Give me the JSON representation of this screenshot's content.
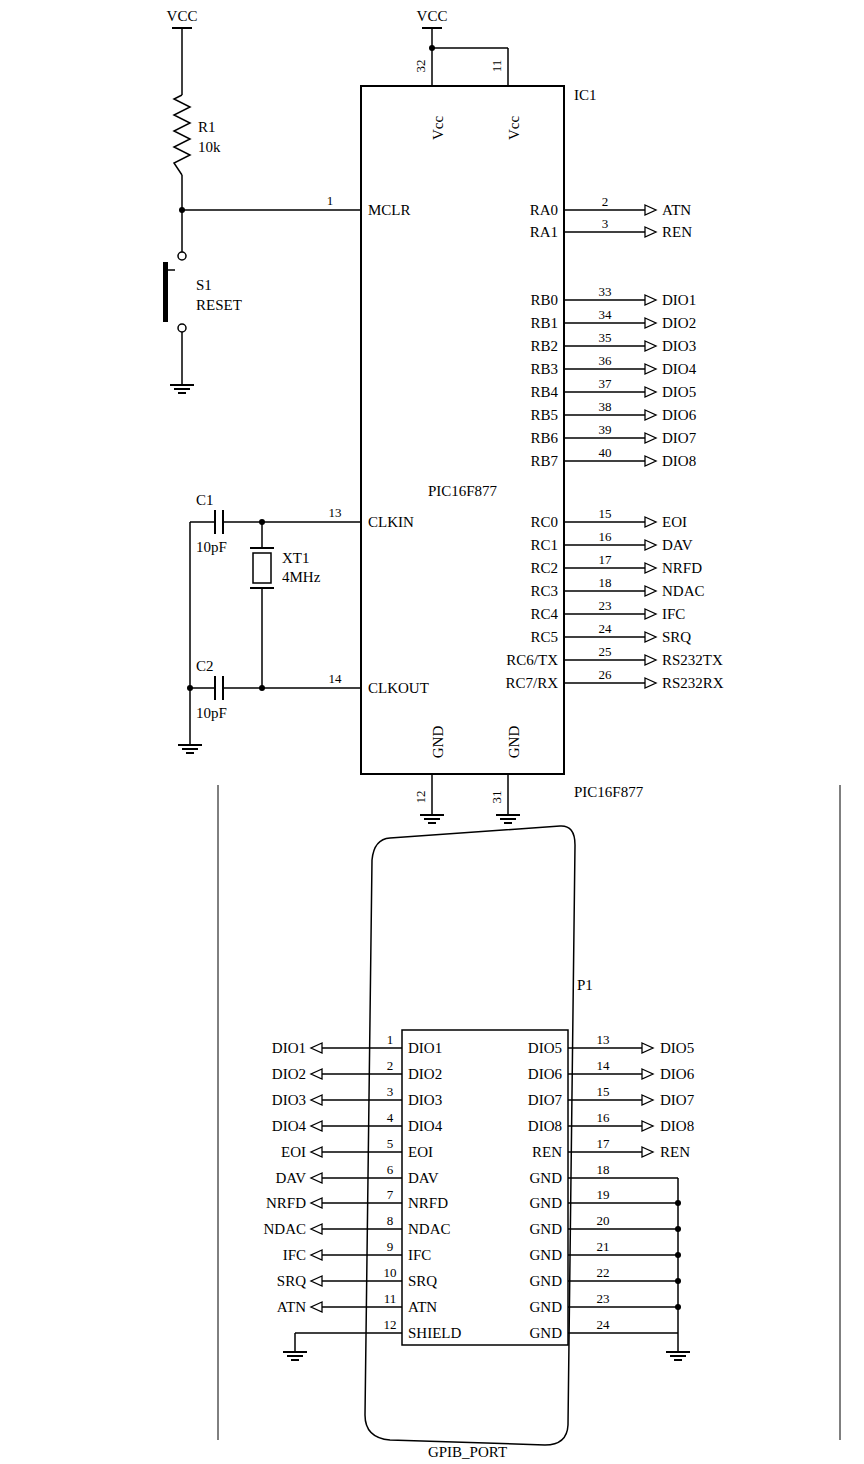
{
  "diagram": {
    "nodes": [
      {
        "text": [
          "IC1",
          "PIC16F877",
          "PIC16F877"
        ]
      },
      {
        "text": [
          "P1",
          "GPIB_PORT"
        ]
      }
    ],
    "labels": [
      "VCC",
      "VCC",
      "R1",
      "10k",
      "S1",
      "RESET",
      "32",
      "11",
      "Vcc",
      "Vcc",
      "1",
      "MCLR",
      "RA0",
      "2",
      "ATN",
      "RA1",
      "3",
      "REN",
      "RB0",
      "33",
      "DIO1",
      "RB1",
      "34",
      "DIO2",
      "RB2",
      "35",
      "DIO3",
      "RB3",
      "36",
      "DIO4",
      "RB4",
      "37",
      "DIO5",
      "RB5",
      "38",
      "DIO6",
      "RB6",
      "39",
      "DIO7",
      "RB7",
      "40",
      "DIO8",
      "RC0",
      "15",
      "EOI",
      "RC1",
      "16",
      "DAV",
      "RC2",
      "17",
      "NRFD",
      "RC3",
      "18",
      "NDAC",
      "RC4",
      "23",
      "IFC",
      "RC5",
      "24",
      "SRQ",
      "RC6/TX",
      "25",
      "RS232TX",
      "RC7/RX",
      "26",
      "RS232RX",
      "C1",
      "10pF",
      "XT1",
      "4MHz",
      "C2",
      "10pF",
      "13",
      "CLKIN",
      "14",
      "CLKOUT",
      "GND",
      "GND",
      "12",
      "31",
      "DIO1",
      "1",
      "DIO1",
      "DIO2",
      "2",
      "DIO2",
      "DIO3",
      "3",
      "DIO3",
      "DIO4",
      "4",
      "DIO4",
      "EOI",
      "5",
      "EOI",
      "DAV",
      "6",
      "DAV",
      "NRFD",
      "7",
      "NRFD",
      "NDAC",
      "8",
      "NDAC",
      "IFC",
      "9",
      "IFC",
      "SRQ",
      "10",
      "SRQ",
      "ATN",
      "11",
      "ATN",
      "12",
      "SHIELD",
      "13",
      "DIO5",
      "DIO5",
      "14",
      "DIO6",
      "DIO6",
      "15",
      "DIO7",
      "DIO7",
      "16",
      "DIO8",
      "DIO8",
      "17",
      "REN",
      "REN",
      "18",
      "GND",
      "19",
      "GND",
      "20",
      "GND",
      "21",
      "GND",
      "22",
      "GND",
      "23",
      "GND",
      "24",
      "GND"
    ]
  }
}
